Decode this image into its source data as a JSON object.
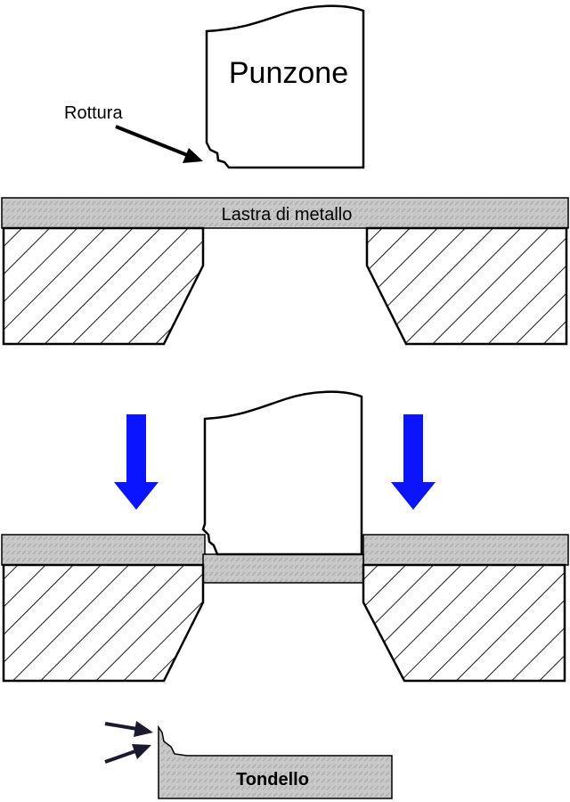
{
  "labels": {
    "punch": "Punzone",
    "break": "Rottura",
    "sheet": "Lastra di metallo",
    "blank": "Tondello"
  },
  "colors": {
    "sheet_fill": "#c8c8c8",
    "arrow_blue": "#0a14ff",
    "outline": "#000000",
    "background": "#ffffff"
  }
}
